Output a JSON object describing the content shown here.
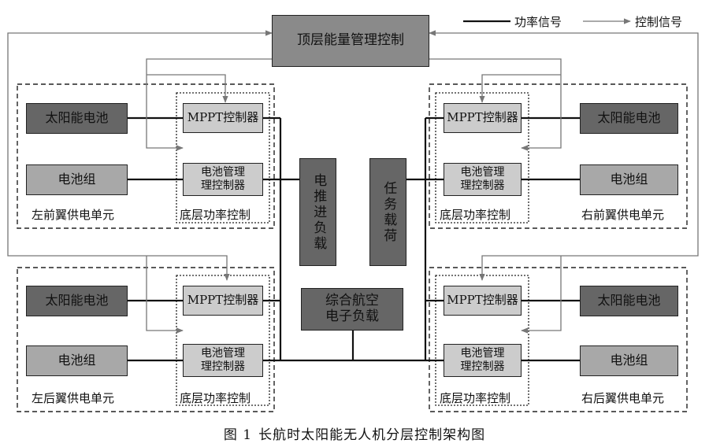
{
  "legend": {
    "power": "功率信号",
    "control": "控制信号"
  },
  "top_controller": "顶层能量管理控制",
  "units": {
    "front_left": {
      "solar": "太阳能电池",
      "mppt": "MPPT控制器",
      "battery": "电池组",
      "bms": "电池管理\n理控制器",
      "group": "底层功率控制",
      "name": "左前翼供电单元"
    },
    "front_right": {
      "solar": "太阳能电池",
      "mppt": "MPPT控制器",
      "battery": "电池组",
      "bms": "电池管理\n理控制器",
      "group": "底层功率控制",
      "name": "右前翼供电单元"
    },
    "rear_left": {
      "solar": "太阳能电池",
      "mppt": "MPPT控制器",
      "battery": "电池组",
      "bms": "电池管理\n理控制器",
      "group": "底层功率控制",
      "name": "左后翼供电单元"
    },
    "rear_right": {
      "solar": "太阳能电池",
      "mppt": "MPPT控制器",
      "battery": "电池组",
      "bms": "电池管理\n理控制器",
      "group": "底层功率控制",
      "name": "右后翼供电单元"
    }
  },
  "loads": {
    "propulsion": "电推进负载",
    "mission": "任务载荷",
    "avionics": "综合航空\n电子负载"
  },
  "caption": {
    "number": "图 1",
    "title": "长航时太阳能无人机分层控制架构图"
  }
}
